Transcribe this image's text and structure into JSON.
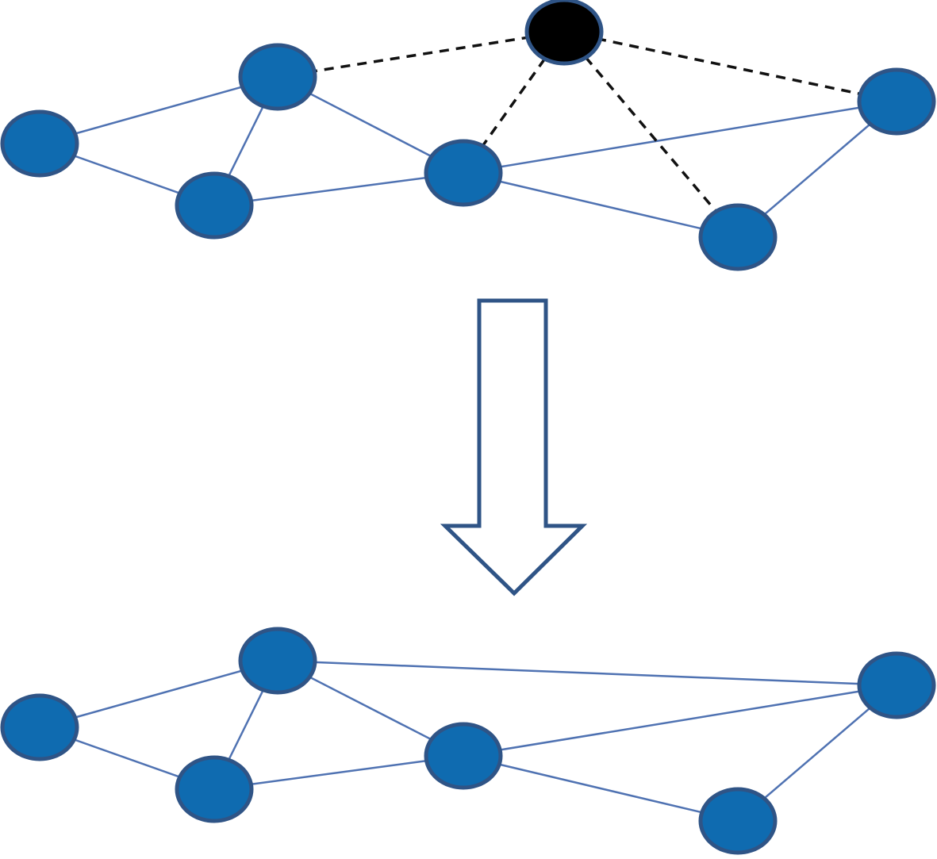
{
  "diagram": {
    "colors": {
      "node_fill": "#0F6BB0",
      "node_stroke": "#2F5486",
      "removed_node_fill": "#000000",
      "removed_node_stroke": "#2F5486",
      "edge": "#4F72B2",
      "dashed_edge": "#111111",
      "arrow_stroke": "#2F5486",
      "arrow_fill": "#FFFFFF",
      "background": "#FFFFFF"
    },
    "before": {
      "nodes": [
        "n1",
        "n2",
        "n3",
        "n4",
        "n5",
        "n6",
        "n7"
      ],
      "removed_node": "removed",
      "edges": [
        [
          "n1",
          "n2"
        ],
        [
          "n1",
          "n3"
        ],
        [
          "n2",
          "n3"
        ],
        [
          "n2",
          "n4"
        ],
        [
          "n3",
          "n4"
        ],
        [
          "n4",
          "n6"
        ],
        [
          "n4",
          "n7"
        ],
        [
          "n6",
          "n7"
        ]
      ],
      "dashed_edges": [
        [
          "removed",
          "n2"
        ],
        [
          "removed",
          "n4"
        ],
        [
          "removed",
          "n6"
        ],
        [
          "removed",
          "n7"
        ]
      ]
    },
    "after": {
      "nodes": [
        "n1",
        "n2",
        "n3",
        "n4",
        "n5",
        "n6",
        "n7"
      ],
      "edges": [
        [
          "n1",
          "n2"
        ],
        [
          "n1",
          "n3"
        ],
        [
          "n2",
          "n3"
        ],
        [
          "n2",
          "n4"
        ],
        [
          "n3",
          "n4"
        ],
        [
          "n4",
          "n6"
        ],
        [
          "n4",
          "n7"
        ],
        [
          "n6",
          "n7"
        ],
        [
          "n2",
          "n6"
        ]
      ]
    },
    "arrow_direction": "down"
  }
}
